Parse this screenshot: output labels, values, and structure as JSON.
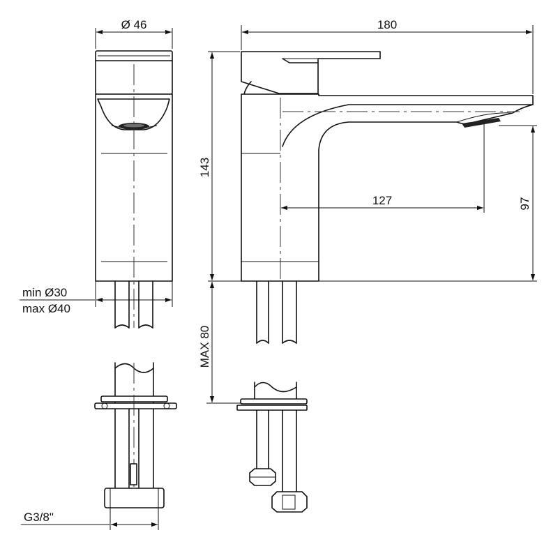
{
  "dimensions": {
    "diameter_top": "Ø 46",
    "width_total": "180",
    "height_total": "143",
    "spout_reach": "127",
    "spout_height": "97",
    "hole_min": "min Ø30",
    "hole_max": "max Ø40",
    "max_deck": "MAX 80",
    "thread": "G3/8\""
  }
}
